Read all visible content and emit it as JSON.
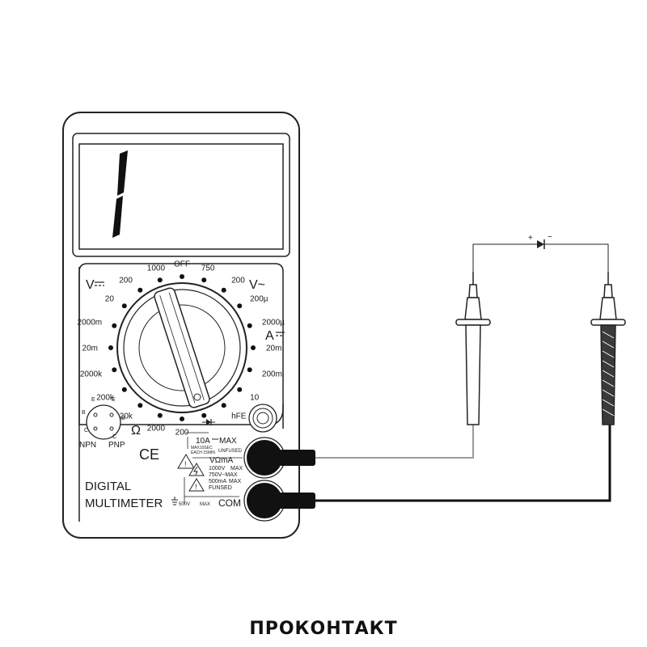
{
  "display": {
    "reading": "1"
  },
  "dial": {
    "labels": [
      "OFF",
      "750",
      "200",
      "200µ",
      "2000µ",
      "20m",
      "200m",
      "10",
      "hFE",
      "",
      "200",
      "2000",
      "20k",
      "200k",
      "2000k",
      "20m",
      "2000m",
      "20",
      "200",
      "1000"
    ]
  },
  "sections": {
    "v_dc": "V",
    "v_ac": "V~",
    "amps_dc": "A",
    "ohm": "Ω"
  },
  "transistor": {
    "npn": "NPN",
    "pnp": "PNP",
    "pins": [
      "E",
      "B",
      "C",
      "E",
      "B",
      "C"
    ]
  },
  "ports": {
    "ten_a": "10A",
    "ten_a_max": "MAX",
    "ten_a_note1": "MAX10SEC",
    "ten_a_note2": "EACH 15MIN",
    "unfused": "UNFUSED",
    "vohm": "VΩmA",
    "v_limit1": "1000V",
    "v_limit1_suffix": "MAX",
    "v_limit2": "750V~MAX",
    "ma_limit": "500mA",
    "ma_limit_suffix": "MAX",
    "fused": "FUNSED",
    "com": "COM",
    "com_limit": "500V",
    "com_limit_suffix": "MAX"
  },
  "ce_mark": "CE",
  "device": {
    "line1": "DIGITAL",
    "line2": "MULTIMETER"
  },
  "circuit": {
    "plus": "+",
    "minus": "−"
  },
  "brand": "ПРОКОНТАКТ"
}
